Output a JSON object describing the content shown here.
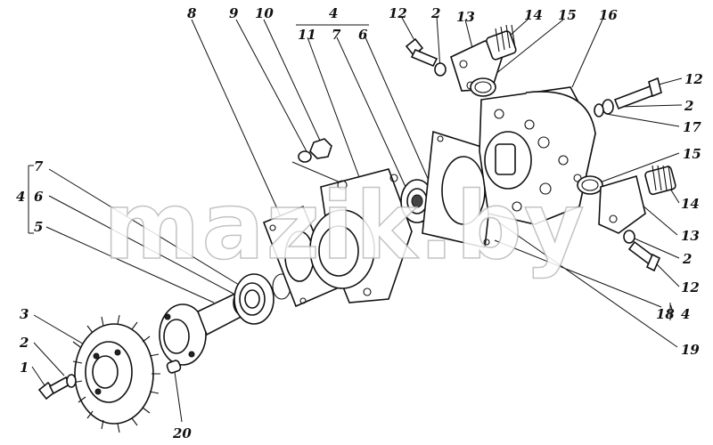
{
  "diagram": {
    "watermark": "mazik.by",
    "callouts": {
      "c1": "1",
      "c2a": "2",
      "c2b": "2",
      "c2c": "2",
      "c2d": "2",
      "c3": "3",
      "c4top": "4",
      "c4left": "4",
      "c4right": "4",
      "c5": "5",
      "c6top": "6",
      "c6left": "6",
      "c7top": "7",
      "c7left": "7",
      "c8": "8",
      "c9": "9",
      "c10": "10",
      "c11": "11",
      "c12a": "12",
      "c12b": "12",
      "c12c": "12",
      "c13a": "13",
      "c13b": "13",
      "c14a": "14",
      "c14b": "14",
      "c15a": "15",
      "c15b": "15",
      "c16": "16",
      "c17": "17",
      "c18": "18",
      "c19": "19",
      "c20": "20"
    }
  }
}
